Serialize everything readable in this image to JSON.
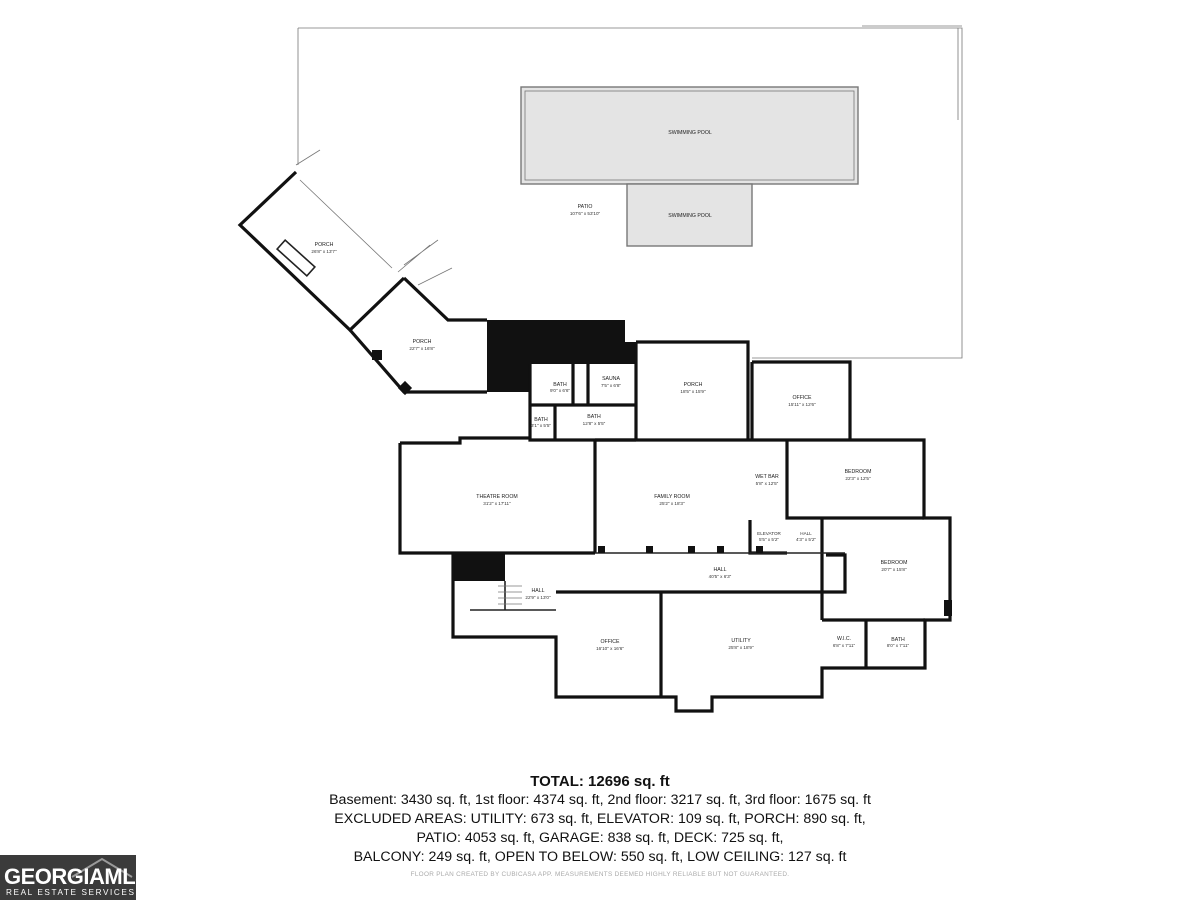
{
  "rooms": [
    {
      "id": "pool1",
      "name": "SWIMMING POOL",
      "dim": ""
    },
    {
      "id": "pool2",
      "name": "SWIMMING POOL",
      "dim": ""
    },
    {
      "id": "patio",
      "name": "PATIO",
      "dim": "107'6\" x 53'10\""
    },
    {
      "id": "porch1",
      "name": "PORCH",
      "dim": "26'8\" x 13'7\""
    },
    {
      "id": "porch2",
      "name": "PORCH",
      "dim": "22'7\" x 16'8\""
    },
    {
      "id": "bath1",
      "name": "BATH",
      "dim": "9'0\" x 6'6\""
    },
    {
      "id": "sauna",
      "name": "SAUNA",
      "dim": "7'5\" x 6'8\""
    },
    {
      "id": "porch3",
      "name": "PORCH",
      "dim": "18'5\" x 15'9\""
    },
    {
      "id": "office1",
      "name": "OFFICE",
      "dim": "15'11\" x 12'6\""
    },
    {
      "id": "bath2",
      "name": "BATH",
      "dim": "3'1\" x 5'5\""
    },
    {
      "id": "bath3",
      "name": "BATH",
      "dim": "12'8\" x 5'5\""
    },
    {
      "id": "theatre",
      "name": "THEATRE ROOM",
      "dim": "31'2\" x 17'11\""
    },
    {
      "id": "family",
      "name": "FAMILY ROOM",
      "dim": "25'2\" x 18'3\""
    },
    {
      "id": "wetbar",
      "name": "WET BAR",
      "dim": "5'8\" x 12'5\""
    },
    {
      "id": "bedroom1",
      "name": "BEDROOM",
      "dim": "22'3\" x 12'5\""
    },
    {
      "id": "elevator",
      "name": "ELEVATOR",
      "dim": "5'5\" x 5'2\""
    },
    {
      "id": "hall1",
      "name": "HALL",
      "dim": "4'3\" x 5'2\""
    },
    {
      "id": "bedroom2",
      "name": "BEDROOM",
      "dim": "20'7\" x 15'8\""
    },
    {
      "id": "hall2",
      "name": "HALL",
      "dim": "40'5\" x 6'3\""
    },
    {
      "id": "hall3",
      "name": "HALL",
      "dim": "22'9\" x 13'0\""
    },
    {
      "id": "office2",
      "name": "OFFICE",
      "dim": "16'10\" x 16'6\""
    },
    {
      "id": "utility",
      "name": "UTILITY",
      "dim": "25'8\" x 18'9\""
    },
    {
      "id": "wic",
      "name": "W.I.C.",
      "dim": "6'8\" x 7'11\""
    },
    {
      "id": "bath4",
      "name": "BATH",
      "dim": "8'0\" x 7'11\""
    }
  ],
  "summary": {
    "total": "TOTAL: 12696 sq. ft",
    "line1": "Basement: 3430 sq. ft, 1st floor: 4374 sq. ft, 2nd floor: 3217 sq. ft, 3rd floor: 1675 sq. ft",
    "line2": "EXCLUDED AREAS: UTILITY: 673 sq. ft, ELEVATOR: 109 sq. ft, PORCH: 890 sq. ft,",
    "line3": "PATIO: 4053 sq. ft, GARAGE: 838 sq. ft, DECK: 725 sq. ft,",
    "line4": "BALCONY: 249 sq. ft, OPEN TO BELOW: 550 sq. ft, LOW CEILING: 127 sq. ft"
  },
  "footnote": "FLOOR PLAN CREATED BY CUBICASA APP. MEASUREMENTS DEEMED HIGHLY RELIABLE BUT NOT GUARANTEED.",
  "logo": {
    "main": "GEORGIAMLS",
    "sub": "REAL ESTATE SERVICES"
  }
}
